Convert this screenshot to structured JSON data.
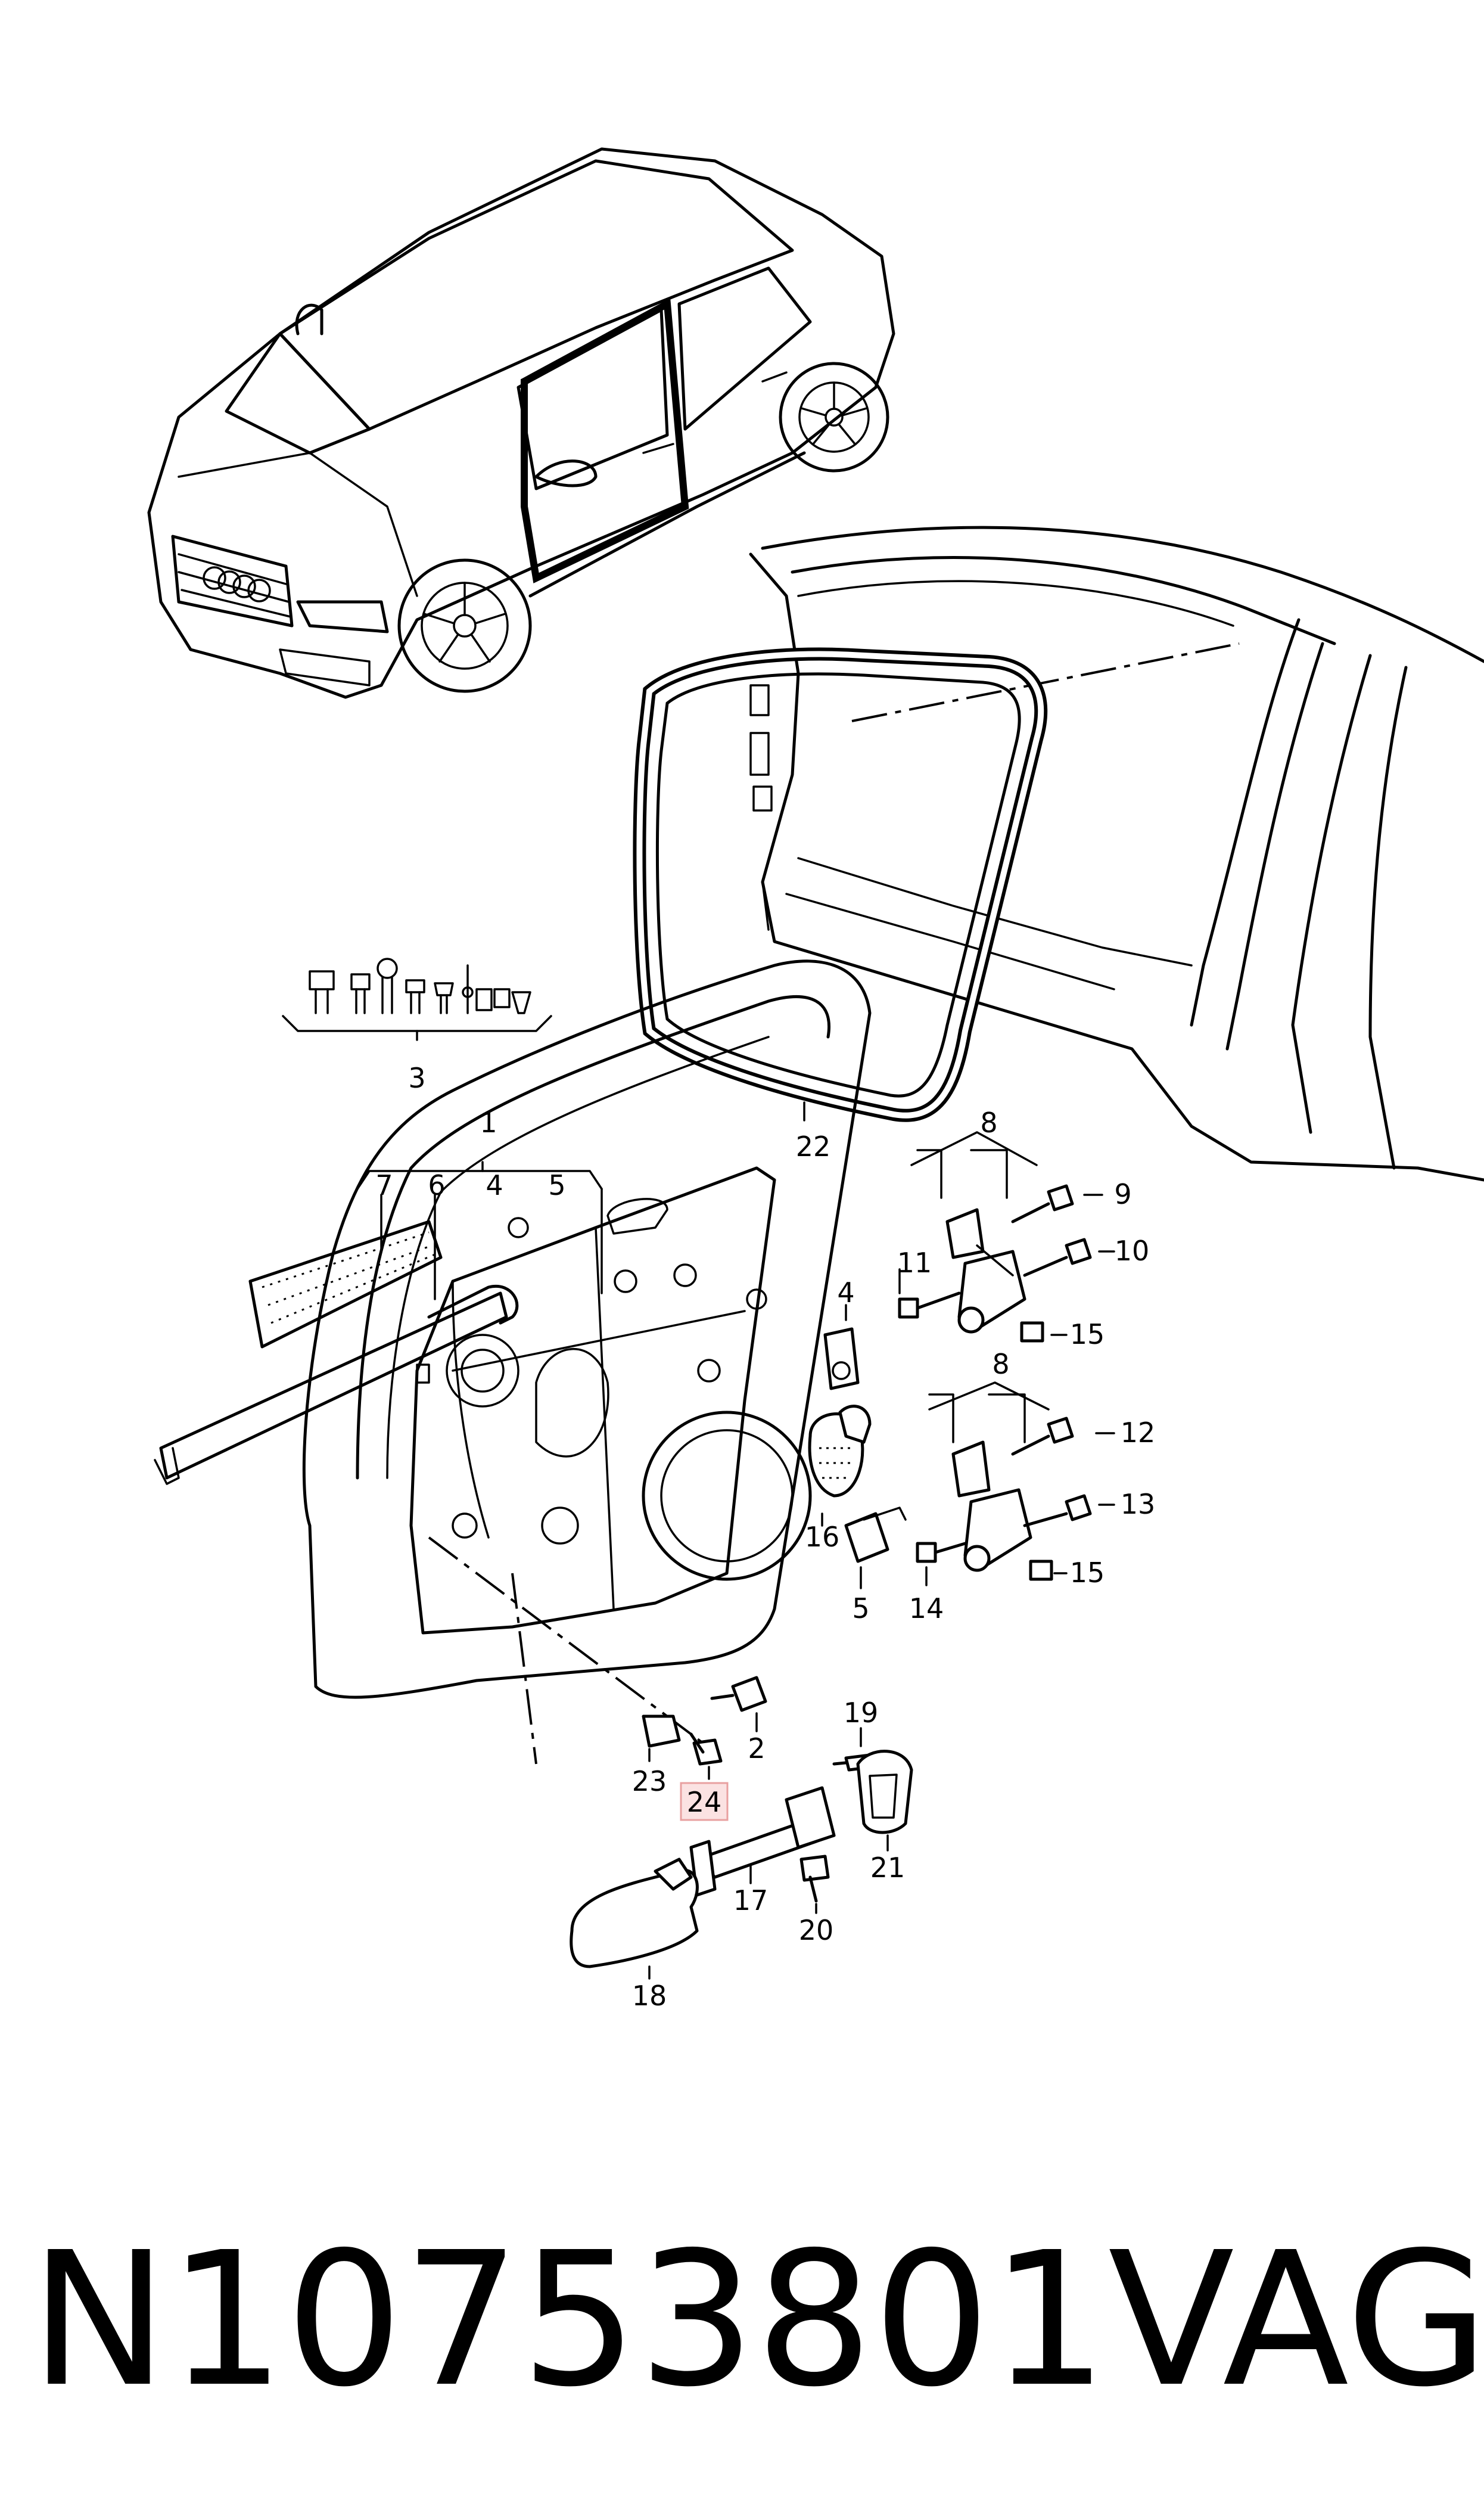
{
  "callouts": [
    {
      "id": "c1",
      "text": "1"
    },
    {
      "id": "c2",
      "text": "2"
    },
    {
      "id": "c3",
      "text": "3"
    },
    {
      "id": "c4a",
      "text": "4"
    },
    {
      "id": "c4b",
      "text": "4"
    },
    {
      "id": "c5a",
      "text": "5"
    },
    {
      "id": "c5b",
      "text": "5"
    },
    {
      "id": "c6",
      "text": "6"
    },
    {
      "id": "c7",
      "text": "7"
    },
    {
      "id": "c8a",
      "text": "8"
    },
    {
      "id": "c8b",
      "text": "8"
    },
    {
      "id": "c9",
      "text": "9"
    },
    {
      "id": "c10",
      "text": "10"
    },
    {
      "id": "c11",
      "text": "11"
    },
    {
      "id": "c12",
      "text": "12"
    },
    {
      "id": "c13",
      "text": "13"
    },
    {
      "id": "c14",
      "text": "14"
    },
    {
      "id": "c15a",
      "text": "15"
    },
    {
      "id": "c15b",
      "text": "15"
    },
    {
      "id": "c16",
      "text": "16"
    },
    {
      "id": "c17",
      "text": "17"
    },
    {
      "id": "c18",
      "text": "18"
    },
    {
      "id": "c19",
      "text": "19"
    },
    {
      "id": "c20",
      "text": "20"
    },
    {
      "id": "c21",
      "text": "21"
    },
    {
      "id": "c22",
      "text": "22"
    },
    {
      "id": "c23",
      "text": "23"
    },
    {
      "id": "c24",
      "text": "24"
    }
  ],
  "highlighted_callout": "24",
  "highlight_color": "#e8a0a0",
  "part_number": "N10753801",
  "brand": "VAG"
}
